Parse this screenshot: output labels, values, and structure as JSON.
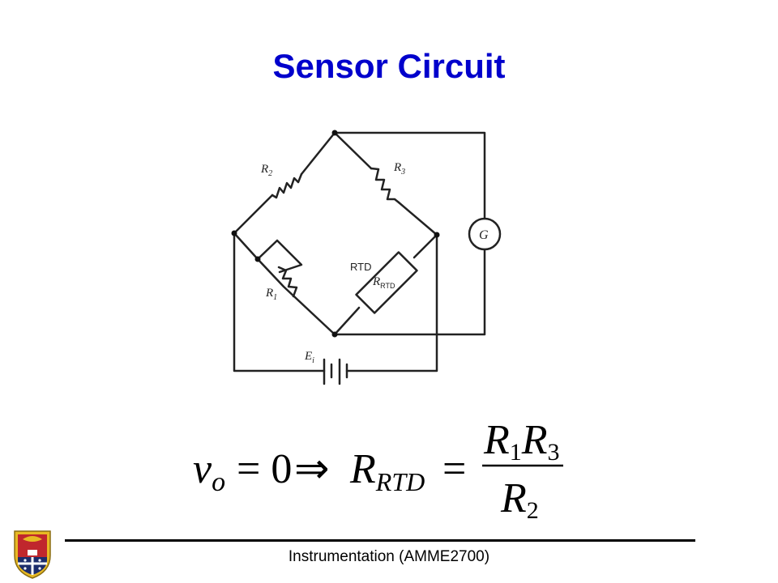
{
  "slide": {
    "title": "Sensor Circuit",
    "footer": "Instrumentation (AMME2700)"
  },
  "circuit": {
    "labels": {
      "r2": "R",
      "r2_sub": "2",
      "r3": "R",
      "r3_sub": "3",
      "r1": "R",
      "r1_sub": "1",
      "rtd_tag": "RTD",
      "rrtd": "R",
      "rrtd_sub": "RTD",
      "galvanometer": "G",
      "source": "E",
      "source_sub": "i"
    }
  },
  "equation": {
    "v": "v",
    "v_sub": "o",
    "eq1": "= 0",
    "implies": "⇒",
    "r": "R",
    "r_sub": "RTD",
    "eq2": "=",
    "num_r1": "R",
    "num_r1_sub": "1",
    "num_r3": "R",
    "num_r3_sub": "3",
    "den_r2": "R",
    "den_r2_sub": "2"
  },
  "colors": {
    "title": "#0000cc",
    "wire": "#222222",
    "logo_red": "#c0272d",
    "logo_navy": "#1c2c6b",
    "logo_gold": "#e8b923"
  }
}
